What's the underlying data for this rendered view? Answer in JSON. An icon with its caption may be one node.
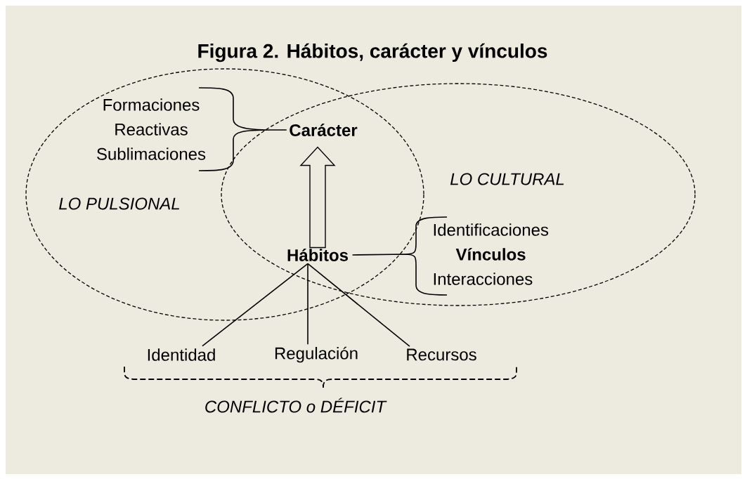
{
  "diagram": {
    "title": "Figura 2. Hábitos, carácter y vínculos",
    "nodes": [
      {
        "text": [
          "Formaciones Reactivas",
          "Sublimaciones"
        ]
      },
      {
        "text": [
          "Carácter"
        ]
      },
      {
        "text": [
          "Identificaciones",
          "Vínculos",
          "Interacciones"
        ]
      },
      {
        "text": [
          "Hábitos"
        ]
      },
      {
        "text": [
          "Identidad"
        ]
      },
      {
        "text": [
          "Regulación"
        ]
      },
      {
        "text": [
          "Recursos"
        ]
      }
    ],
    "edges": [
      {
        "from": 0,
        "to": 1,
        "arrow": "none"
      },
      {
        "from": 3,
        "to": 1,
        "arrow": "to"
      },
      {
        "from": 3,
        "to": 2,
        "arrow": "none"
      },
      {
        "from": 3,
        "to": 4,
        "arrow": "none"
      },
      {
        "from": 3,
        "to": 5,
        "arrow": "none"
      },
      {
        "from": 3,
        "to": 6,
        "arrow": "none"
      }
    ],
    "labels": [
      "LO CULTURAL",
      "LO PULSIONAL",
      "CONFLICTO o DÉFICIT"
    ]
  }
}
